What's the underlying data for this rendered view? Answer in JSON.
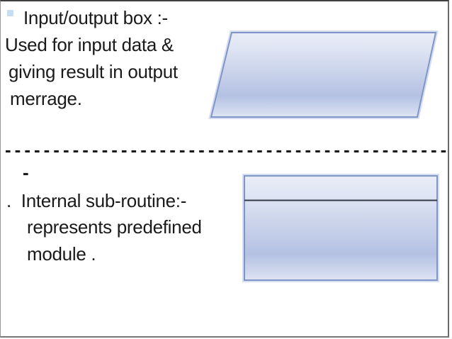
{
  "slide": {
    "section_io": {
      "title": "Input/output box :-",
      "body_lines": [
        "Used for input data &",
        "giving result in output",
        "merrage."
      ]
    },
    "divider": {
      "dashes": "----------------------------------------------",
      "wrapped_dash": "-"
    },
    "section_subroutine": {
      "title": ".  Internal sub-routine:-",
      "body_lines": [
        "represents predefined",
        "module ."
      ]
    },
    "shapes": {
      "io_shape": "parallelogram-input-output-symbol",
      "subroutine_shape": "rectangle-predefined-process-symbol",
      "fill_gradient_top": "#e9edf8",
      "fill_gradient_dark": "#b4c1e2",
      "fill_gradient_bottom": "#e0e5f3",
      "stroke_color": "#8095c8",
      "glow_color": "#cdd7ef",
      "header_line_color": "#333a48"
    },
    "colors": {
      "text": "#1a1a1a",
      "bullet": "#c7ddf0",
      "frame": "#404040",
      "background": "#ffffff"
    }
  }
}
